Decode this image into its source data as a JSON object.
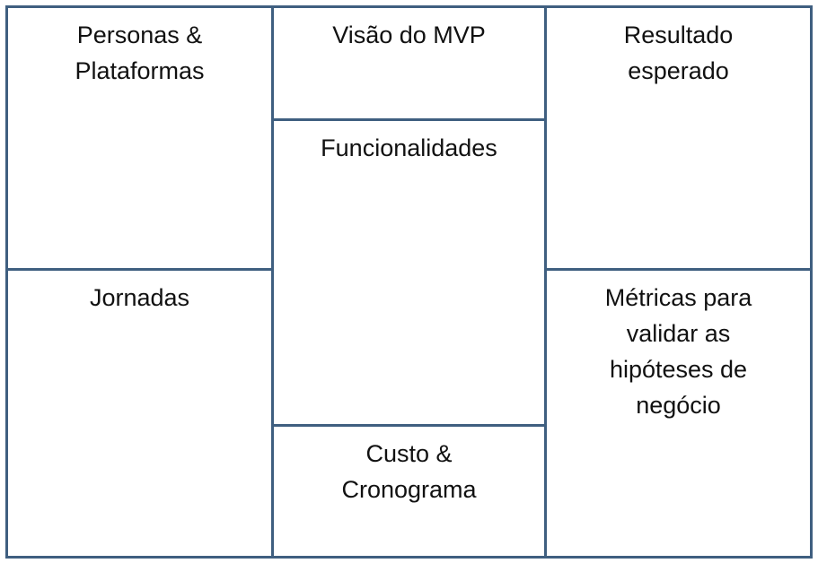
{
  "canvas": {
    "border_color": "#3f5f80",
    "background": "#ffffff"
  },
  "cells": {
    "personas": "Personas &\nPlataformas",
    "jornadas": "Jornadas",
    "visao": "Visão do MVP",
    "funcionalidades": "Funcionalidades",
    "custo": "Custo &\nCronograma",
    "resultado": "Resultado\nesperado",
    "metricas": "Métricas para\nvalidar as\nhipóteses de\nnegócio"
  }
}
